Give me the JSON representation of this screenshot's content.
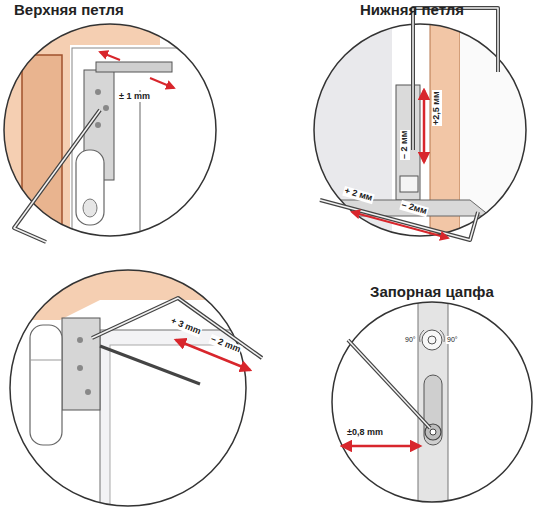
{
  "diagram": {
    "labels": [
      "Верхняя петля",
      "Нижняя петля",
      "± 1 mm",
      "+2,5 мм",
      "– 2 мм",
      "+ 2 мм",
      "– 2мм",
      "+ 3 mm",
      "– 2 mm",
      "Запорная цапфа",
      "90°",
      "90°",
      "±0,8 mm"
    ]
  }
}
